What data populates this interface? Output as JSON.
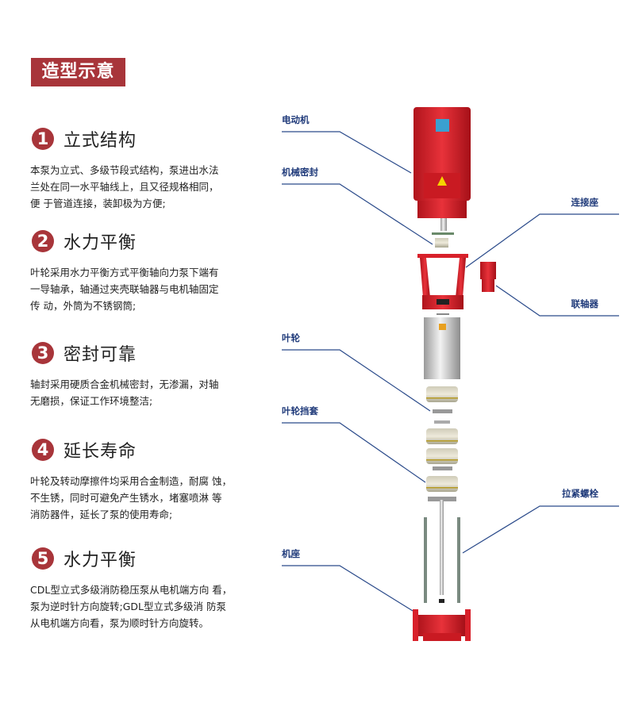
{
  "title": "造型示意",
  "sections": [
    {
      "num": "1",
      "heading": "立式结构",
      "lines": [
        "本泵为立式、多级节段式结构，泵进出水法",
        "兰处在同一水平轴线上，且又径规格相同，",
        "便 于管道连接，装卸极为方便;"
      ]
    },
    {
      "num": "2",
      "heading": "水力平衡",
      "lines": [
        "叶轮采用水力平衡方式平衡轴向力泵下端有",
        "一导轴承，轴通过夹壳联轴器与电机轴固定",
        "传 动，外筒为不锈钢筒;"
      ]
    },
    {
      "num": "3",
      "heading": "密封可靠",
      "lines": [
        "轴封采用硬质合金机械密封，无渗漏，对轴",
        "无磨损，保证工作环境整洁;"
      ]
    },
    {
      "num": "4",
      "heading": "延长寿命",
      "lines": [
        "叶轮及转动摩擦件均采用合金制造，耐腐 蚀，",
        "不生锈，同时可避免产生锈水，堵塞喷淋 等",
        "消防器件，延长了泵的使用寿命;"
      ]
    },
    {
      "num": "5",
      "heading": "水力平衡",
      "lines": [
        "CDL型立式多级消防稳压泵从电机端方向 看，",
        "泵为逆时针方向旋转;GDL型立式多级消 防泵",
        "从电机端方向看，泵为顺时针方向旋转。"
      ]
    }
  ],
  "labels": {
    "motor": "电动机",
    "seal": "机械密封",
    "bracket": "连接座",
    "coupling": "联轴器",
    "impeller": "叶轮",
    "sleeve": "叶轮挡套",
    "bolt": "拉紧螺栓",
    "base": "机座"
  },
  "colors": {
    "accent": "#a8353a",
    "label": "#1f3a7a",
    "pump_red": "#d8202a"
  }
}
